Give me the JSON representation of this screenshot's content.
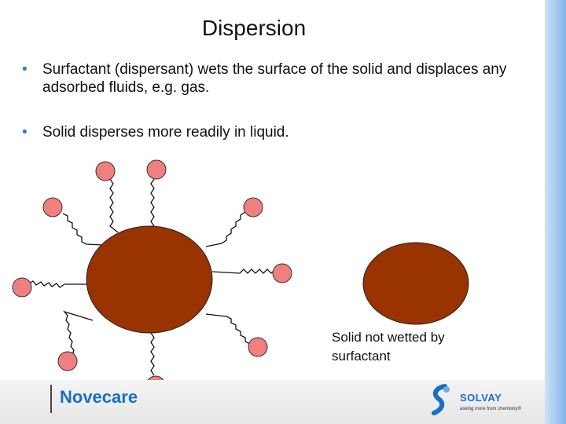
{
  "slide": {
    "title": "Dispersion",
    "bullets": [
      "Surfactant (dispersant) wets the surface of the solid and displaces any adsorbed fluids, e.g. gas.",
      "Solid disperses more readily in liquid."
    ],
    "bullet_marker": "•"
  },
  "diagram": {
    "caption": "Solid not wetted by surfactant",
    "particle_color": "#993300",
    "head_color": "#f08080"
  },
  "footer": {
    "brand": "Novecare",
    "logo_name": "SOLVAY",
    "logo_tagline": "asking more from chemistry®"
  }
}
